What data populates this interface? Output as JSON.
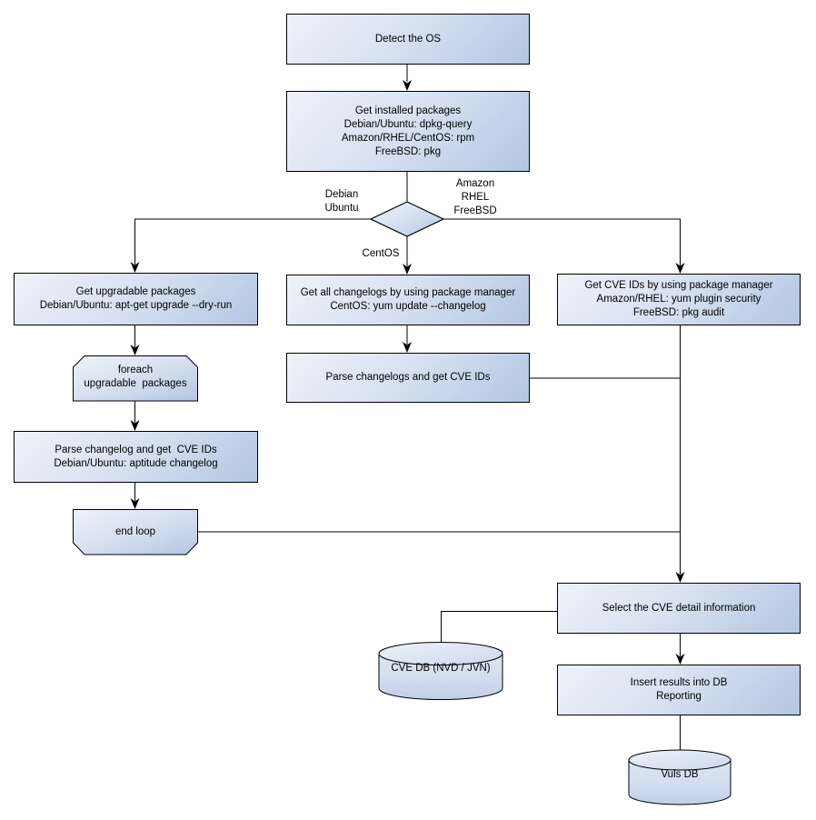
{
  "nodes": {
    "detect_os": {
      "lines": [
        "Detect the OS"
      ]
    },
    "get_installed_packages": {
      "lines": [
        "Get installed packages",
        "Debian/Ubuntu: dpkg-query",
        "Amazon/RHEL/CentOS: rpm",
        "FreeBSD: pkg"
      ]
    },
    "get_upgradable_packages": {
      "lines": [
        "Get upgradable packages",
        "Debian/Ubuntu: apt-get upgrade --dry-run"
      ]
    },
    "get_all_changelogs": {
      "lines": [
        "Get all changelogs by using package manager",
        "CentOS: yum update --changelog"
      ]
    },
    "get_cve_ids": {
      "lines": [
        "Get CVE IDs by using package manager",
        "Amazon/RHEL: yum plugin security",
        "FreeBSD: pkg audit"
      ]
    },
    "foreach_loop": {
      "lines": [
        "foreach",
        "upgradable  packages"
      ]
    },
    "parse_changelog": {
      "lines": [
        "Parse changelog and get  CVE IDs",
        "Debian/Ubuntu: aptitude changelog"
      ]
    },
    "end_loop": {
      "lines": [
        "end loop"
      ]
    },
    "parse_changelogs": {
      "lines": [
        "Parse changelogs and get CVE IDs"
      ]
    },
    "select_cve_detail": {
      "lines": [
        "Select the CVE detail information"
      ]
    },
    "insert_results": {
      "lines": [
        "Insert results into DB",
        "Reporting"
      ]
    },
    "cve_db": {
      "lines": [
        "CVE DB (NVD / JVN)"
      ]
    },
    "vuls_db": {
      "lines": [
        "Vuls DB"
      ]
    }
  },
  "edge_labels": {
    "left_branch": {
      "lines": [
        "Debian",
        "Ubuntu"
      ]
    },
    "right_branch": {
      "lines": [
        "Amazon",
        "RHEL",
        "FreeBSD"
      ]
    },
    "down_branch": {
      "lines": [
        "CentOS"
      ]
    }
  },
  "colors": {
    "background": "#ffffff",
    "node_border": "#000000",
    "node_fill_light": "#eef2fa",
    "node_fill_dark": "#b4c6e3",
    "connector": "#000000",
    "text": "#000000"
  }
}
